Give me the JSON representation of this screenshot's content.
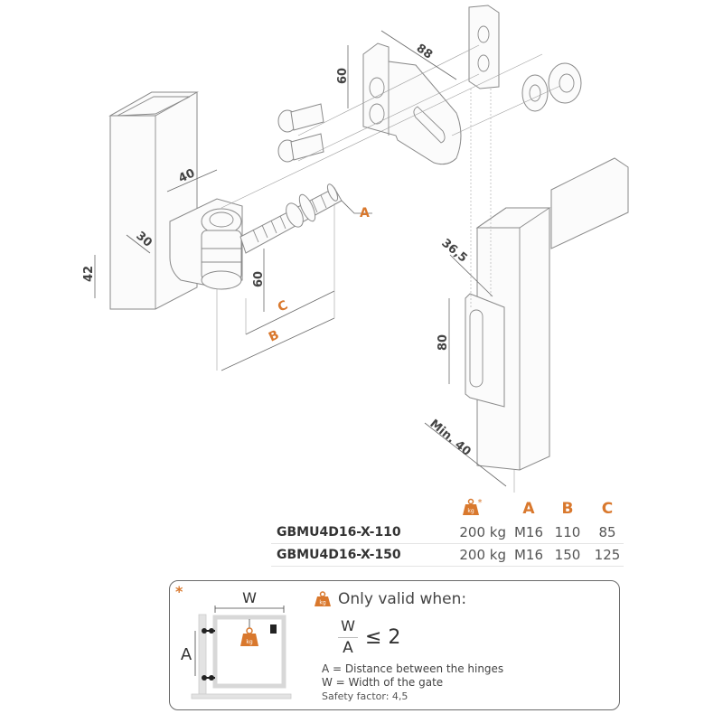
{
  "diagram": {
    "dimensions": {
      "post_width": "40",
      "post_depth": "30",
      "post_height": "42",
      "hinge_height": "60",
      "bracket_height": "60",
      "bracket_length": "88",
      "plate_offset": "36,5",
      "plate_height": "80",
      "min_width": "Min. 40",
      "label_a": "A",
      "label_b": "B",
      "label_c": "C"
    },
    "accent_color": "#d9782d"
  },
  "spec_table": {
    "headers": {
      "load_icon": "weight-kg-icon",
      "load_asterisk": "*",
      "a": "A",
      "b": "B",
      "c": "C"
    },
    "rows": [
      {
        "model": "GBMU4D16-X-110",
        "load": "200 kg",
        "a": "M16",
        "b": "110",
        "c": "85"
      },
      {
        "model": "GBMU4D16-X-150",
        "load": "200 kg",
        "a": "M16",
        "b": "150",
        "c": "125"
      }
    ]
  },
  "note": {
    "asterisk": "*",
    "gate_label_w": "W",
    "gate_label_a": "A",
    "weight_icon_label": "kg",
    "valid_text": "Only valid when:",
    "formula": {
      "numerator": "W",
      "denominator": "A",
      "relation": "≤ 2"
    },
    "legend": [
      "A  = Distance between the hinges",
      "W = Width of the gate"
    ],
    "safety_factor": "Safety factor: 4,5"
  }
}
